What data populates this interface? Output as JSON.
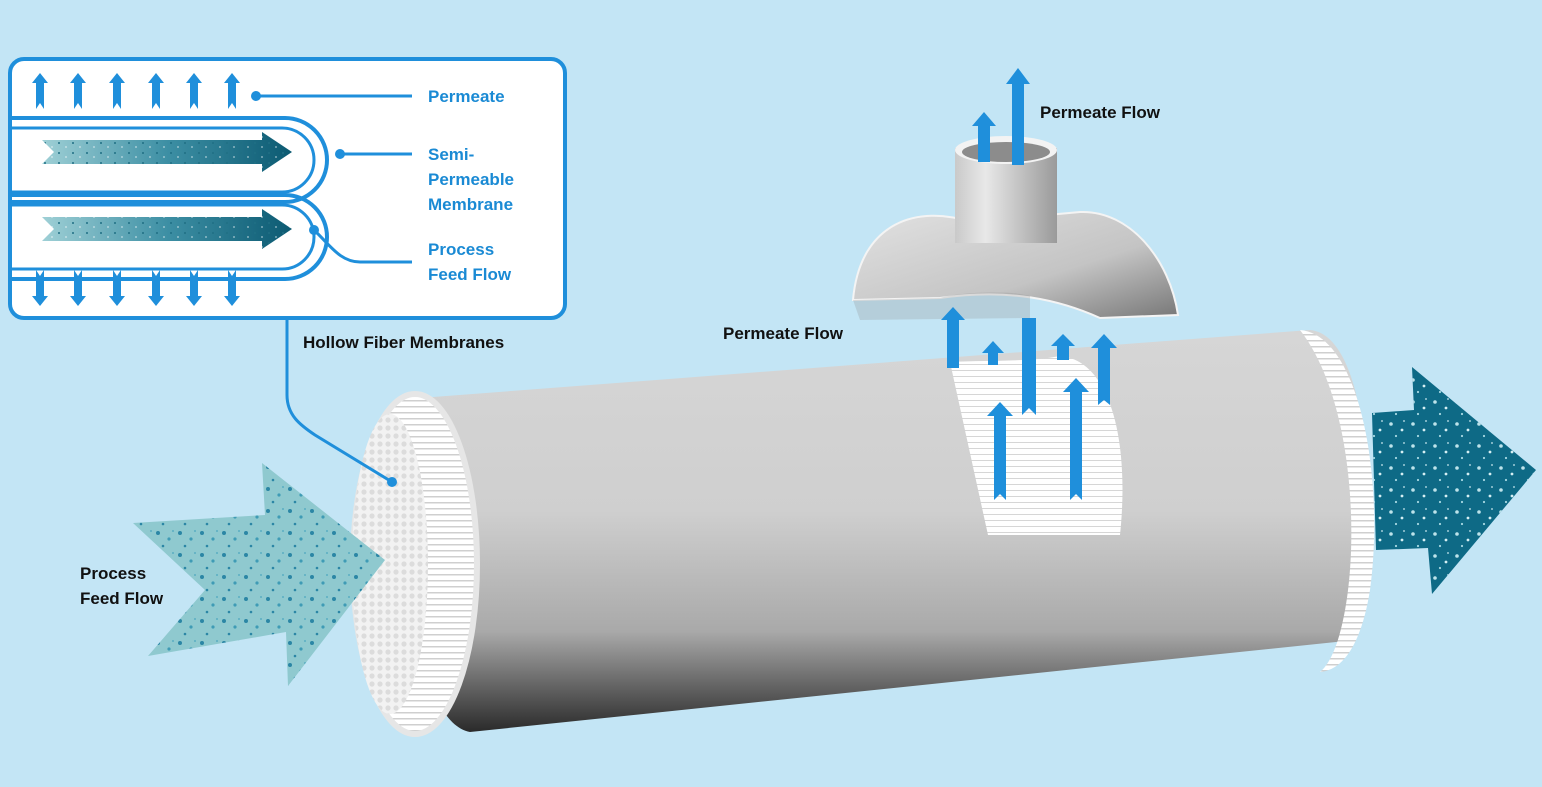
{
  "title": "Hollow Fiber Membrane Module - Process Flow",
  "colors": {
    "background": "#c3e5f5",
    "accent_blue": "#1f8fdb",
    "feed_in": "#8fc9cf",
    "feed_out": "#0e6a86",
    "housing_gray": "#d0d0d0",
    "label_dark": "#111111"
  },
  "inset": {
    "labels": {
      "permeate": "Permeate",
      "membrane_line1": "Semi-",
      "membrane_line2": "Permeable",
      "membrane_line3": "Membrane",
      "feed_line1": "Process",
      "feed_line2": "Feed Flow"
    },
    "up_arrow_count": 6,
    "down_arrow_count": 6,
    "fiber_count": 2
  },
  "labels": {
    "hollow_fiber": "Hollow Fiber Membranes",
    "permeate_flow_top": "Permeate Flow",
    "permeate_flow_mid": "Permeate Flow",
    "feed_line1": "Process",
    "feed_line2": "Feed Flow"
  }
}
